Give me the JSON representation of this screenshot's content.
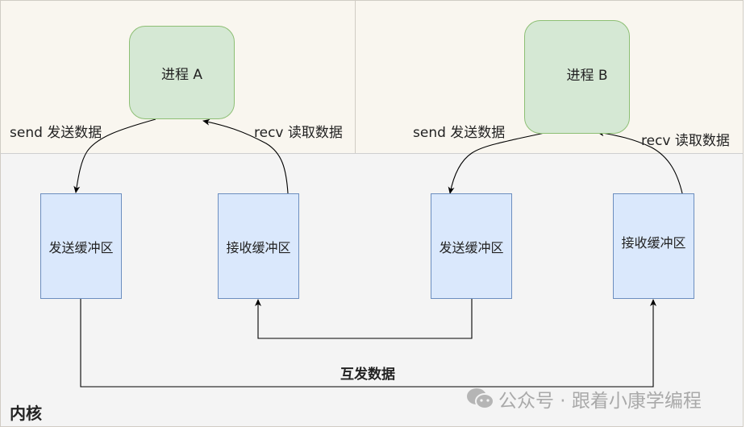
{
  "diagram": {
    "processes": [
      {
        "id": "a",
        "label": "进程 A"
      },
      {
        "id": "b",
        "label": "进程 B"
      }
    ],
    "buffers": [
      {
        "id": "a-send",
        "label": "发送缓冲区"
      },
      {
        "id": "a-recv",
        "label": "接收缓冲区"
      },
      {
        "id": "b-send",
        "label": "发送缓冲区"
      },
      {
        "id": "b-recv",
        "label": "接收缓冲区"
      }
    ],
    "edge_labels": {
      "a_send": "send 发送数据",
      "a_recv": "recv 读取数据",
      "b_send": "send 发送数据",
      "b_recv": "recv 读取数据",
      "exchange": "互发数据"
    },
    "kernel_label": "内核",
    "watermark": {
      "icon": "wechat-icon",
      "text": "公众号 · 跟着小康学编程"
    },
    "colors": {
      "user_space_bg": "#f9f6ef",
      "kernel_bg": "#f4f4f4",
      "process_fill": "#d5e8d4",
      "process_stroke": "#8dbf74",
      "buffer_fill": "#dae8fc",
      "buffer_stroke": "#6c8ebf"
    }
  }
}
